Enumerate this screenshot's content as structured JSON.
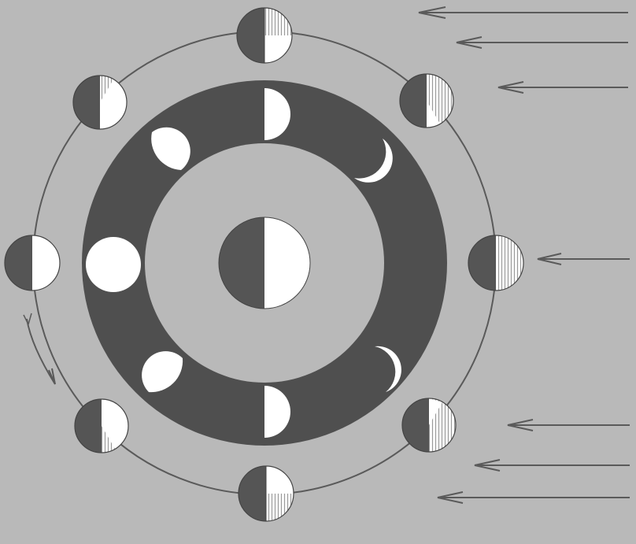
{
  "figure": {
    "type": "moon-phases-diagram",
    "colors": {
      "background": "#b9b9b9",
      "dark": "#555555",
      "light": "#ffffff",
      "hatch": "#999999",
      "ring_band": "#4f4f4f",
      "orbit": "#5a5a5a",
      "arrow": "#5a5a5a"
    },
    "sunlight_direction": "from-right",
    "orbit_direction": "counter-clockwise",
    "earth": {
      "lit_side": "right"
    },
    "orbit_moons": [
      {
        "position": "top"
      },
      {
        "position": "top-right"
      },
      {
        "position": "right"
      },
      {
        "position": "bottom-right"
      },
      {
        "position": "bottom"
      },
      {
        "position": "bottom-left"
      },
      {
        "position": "left"
      },
      {
        "position": "top-left"
      }
    ],
    "phase_views": [
      {
        "phase": "waxing-crescent"
      },
      {
        "phase": "first-quarter"
      },
      {
        "phase": "waxing-gibbous"
      },
      {
        "phase": "full-moon"
      },
      {
        "phase": "waning-gibbous"
      },
      {
        "phase": "third-quarter"
      },
      {
        "phase": "waning-crescent"
      }
    ]
  }
}
